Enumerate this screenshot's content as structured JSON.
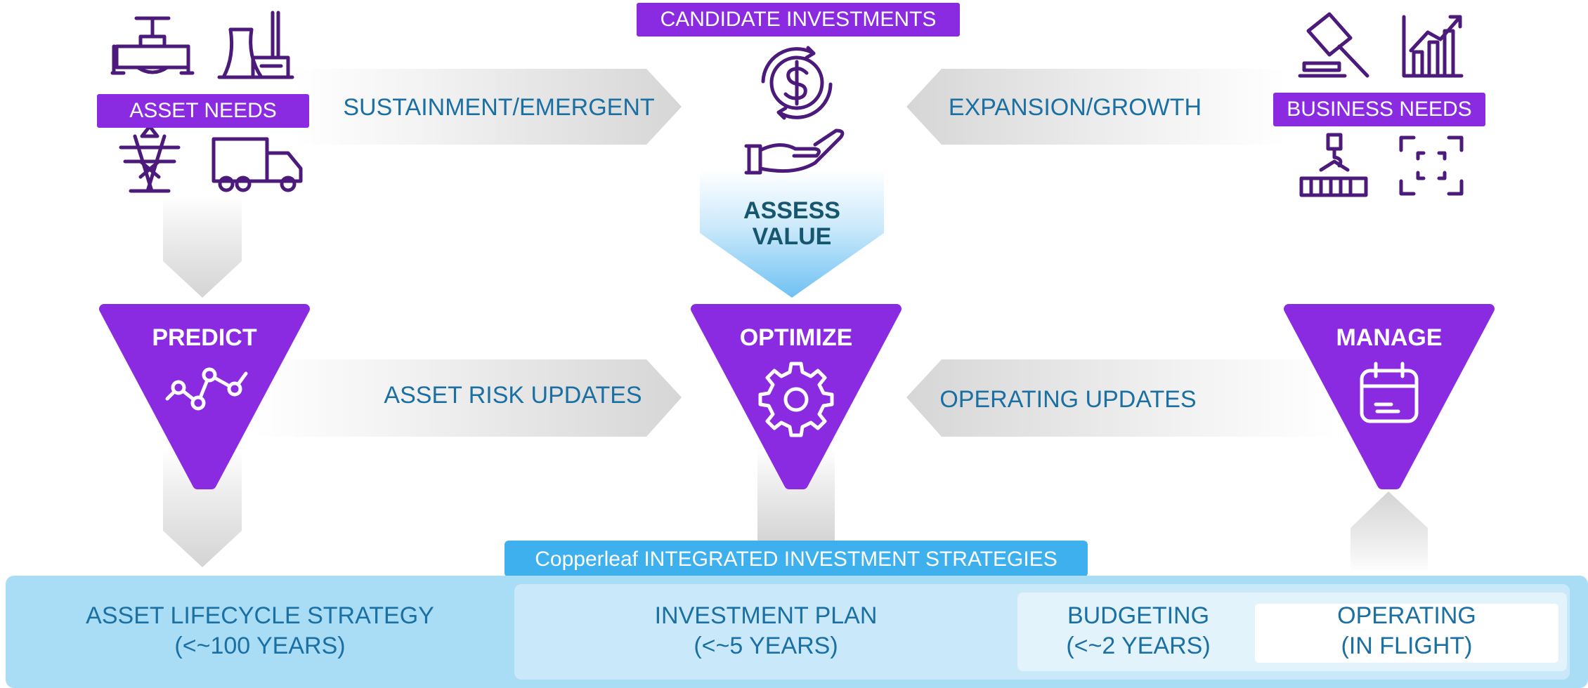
{
  "tags": {
    "candidate_investments": "CANDIDATE INVESTMENTS",
    "asset_needs": "ASSET NEEDS",
    "business_needs": "BUSINESS NEEDS"
  },
  "flows": {
    "sustainment": "SUSTAINMENT/EMERGENT",
    "expansion": "EXPANSION/GROWTH",
    "asset_risk": "ASSET RISK UPDATES",
    "operating_updates": "OPERATING UPDATES"
  },
  "assess": {
    "line1": "ASSESS",
    "line2": "VALUE"
  },
  "stages": {
    "predict": "PREDICT",
    "optimize": "OPTIMIZE",
    "manage": "MANAGE"
  },
  "strategies": {
    "header": "Copperleaf INTEGRATED INVESTMENT STRATEGIES",
    "lifecycle": {
      "title": "ASSET LIFECYCLE STRATEGY",
      "sub": "(<~100 YEARS)"
    },
    "plan": {
      "title": "INVESTMENT PLAN",
      "sub": "(<~5 YEARS)"
    },
    "budgeting": {
      "title": "BUDGETING",
      "sub": "(<~2 YEARS)"
    },
    "operating": {
      "title": "OPERATING",
      "sub": "(IN FLIGHT)"
    }
  },
  "colors": {
    "purple": "#8a2be2",
    "icon_purple": "#4b1a7a",
    "label_blue": "#1a6fa3",
    "light_blue": "#a9dcf5",
    "gray_arrow": "#d9d9d9"
  },
  "icons": [
    "pipeline-valve-icon",
    "power-plant-icon",
    "transmission-tower-icon",
    "truck-icon",
    "dollar-cycle-icon",
    "hand-icon",
    "gavel-icon",
    "growth-chart-icon",
    "crane-container-icon",
    "scan-frame-icon",
    "line-chart-icon",
    "gear-icon",
    "calendar-icon"
  ]
}
